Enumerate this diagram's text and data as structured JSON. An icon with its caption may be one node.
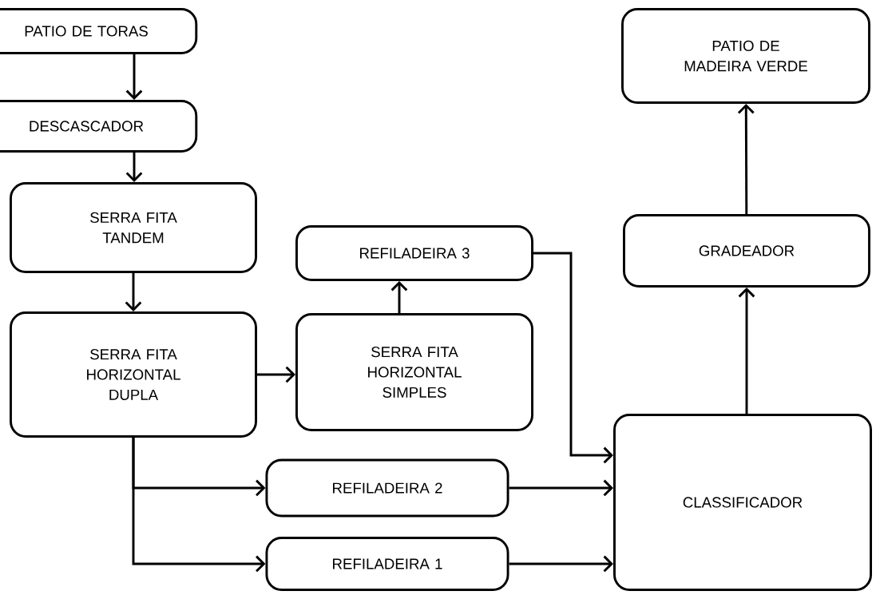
{
  "diagram": {
    "nodes": [
      {
        "text": [
          "PATIO DE TORAS"
        ]
      },
      {
        "text": [
          "DESCASCADOR"
        ]
      },
      {
        "text": [
          "SERRA FITA TANDEM"
        ]
      },
      {
        "text": [
          "SERRA FITA HORIZONTAL DUPLA"
        ]
      },
      {
        "text": [
          "REFILADEIRA 3"
        ]
      },
      {
        "text": [
          "SERRA FITA HORIZONTAL SIMPLES"
        ]
      },
      {
        "text": [
          "REFILADEIRA 2"
        ]
      },
      {
        "text": [
          "REFILADEIRA 1"
        ]
      },
      {
        "text": [
          "CLASSIFICADOR"
        ]
      },
      {
        "text": [
          "GRADEADOR"
        ]
      },
      {
        "text": [
          "PATIO DE MADEIRA VERDE"
        ]
      }
    ],
    "edges": [
      {
        "from": 0,
        "to": 1,
        "arrow": "to"
      },
      {
        "from": 1,
        "to": 2,
        "arrow": "to"
      },
      {
        "from": 2,
        "to": 3,
        "arrow": "to"
      },
      {
        "from": 3,
        "to": 5,
        "arrow": "to"
      },
      {
        "from": 5,
        "to": 4,
        "arrow": "to"
      },
      {
        "from": 4,
        "to": 8,
        "arrow": "to"
      },
      {
        "from": 3,
        "to": 6,
        "arrow": "to"
      },
      {
        "from": 3,
        "to": 7,
        "arrow": "to"
      },
      {
        "from": 6,
        "to": 8,
        "arrow": "to"
      },
      {
        "from": 7,
        "to": 8,
        "arrow": "to"
      },
      {
        "from": 8,
        "to": 9,
        "arrow": "to"
      },
      {
        "from": 9,
        "to": 10,
        "arrow": "to"
      }
    ]
  }
}
